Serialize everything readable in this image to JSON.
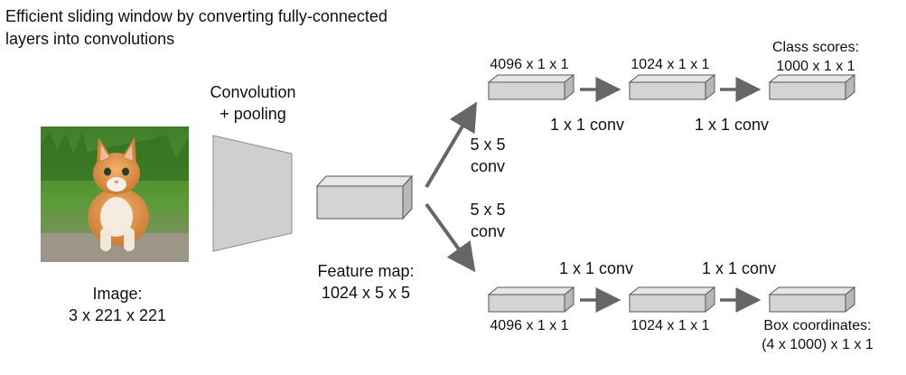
{
  "title": "Efficient sliding window by converting fully-connected layers into convolutions",
  "image": {
    "label_line1": "Image:",
    "label_line2": "3 x 221 x 221"
  },
  "conv_pool": {
    "line1": "Convolution",
    "line2": "+ pooling"
  },
  "feature_map": {
    "line1": "Feature map:",
    "line2": "1024 x 5 x 5"
  },
  "branch_conv": {
    "top": {
      "line1": "5 x 5",
      "line2": "conv"
    },
    "bottom": {
      "line1": "5 x 5",
      "line2": "conv"
    }
  },
  "top_branch": {
    "block1_label": "4096 x 1 x 1",
    "block2_label": "1024 x 1 x 1",
    "output_line1": "Class scores:",
    "output_line2": "1000 x 1 x 1",
    "conv1": "1 x 1 conv",
    "conv2": "1 x 1 conv"
  },
  "bottom_branch": {
    "block1_label": "4096 x 1 x 1",
    "block2_label": "1024 x 1 x 1",
    "output_line1": "Box coordinates:",
    "output_line2": "(4 x 1000) x 1 x 1",
    "conv1": "1 x 1 conv",
    "conv2": "1 x 1 conv"
  },
  "colors": {
    "block_front": "#d4d4d4",
    "block_top": "#e6e6e6",
    "block_side": "#b8b8b8",
    "block_stroke": "#555555",
    "arrow": "#666666",
    "trapezoid": "#cfcfcf"
  }
}
